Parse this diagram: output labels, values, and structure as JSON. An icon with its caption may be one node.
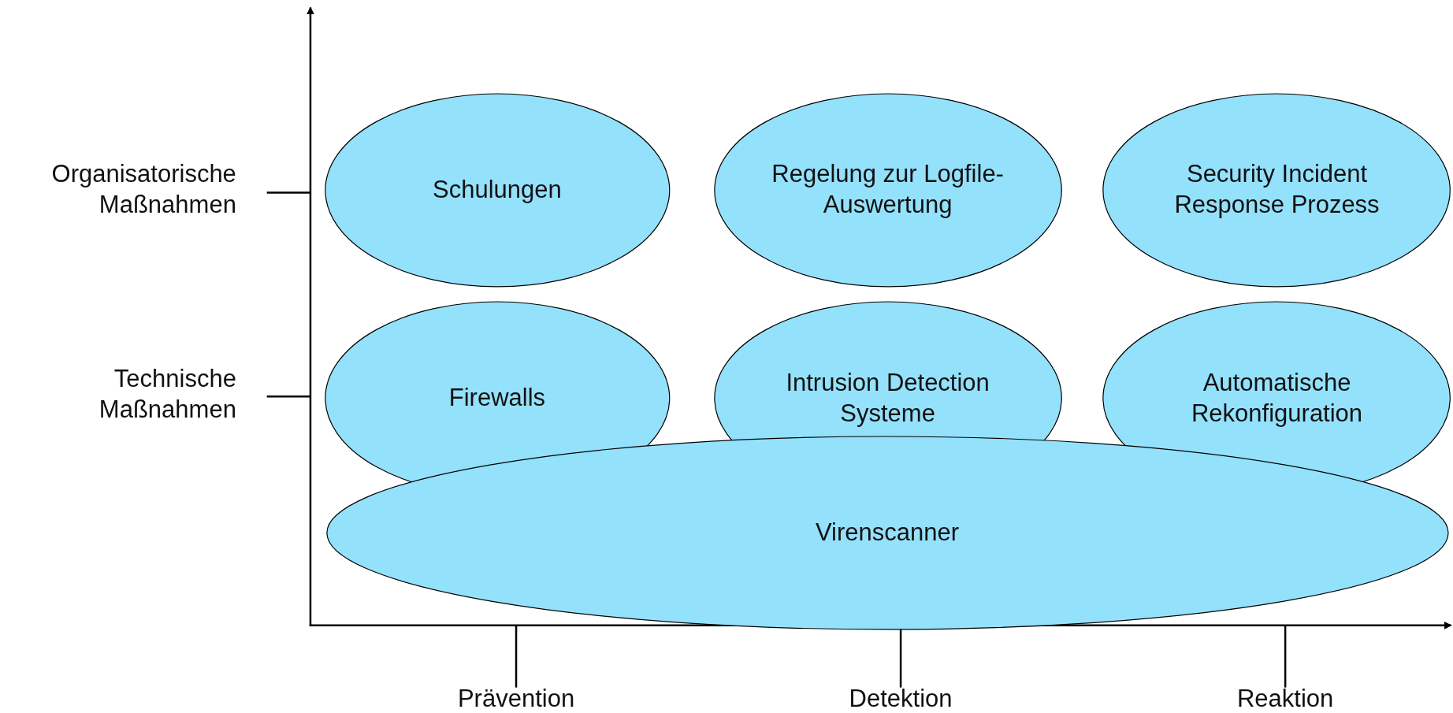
{
  "diagram": {
    "nodes": [
      {
        "text": [
          "Schulungen"
        ]
      },
      {
        "text": [
          "Regelung zur Logfile-Auswertung"
        ]
      },
      {
        "text": [
          "Security Incident Response Prozess"
        ]
      },
      {
        "text": [
          "Firewalls"
        ]
      },
      {
        "text": [
          "Intrusion Detection Systeme"
        ]
      },
      {
        "text": [
          "Automatische Rekonfiguration"
        ]
      },
      {
        "text": [
          "Virenscanner"
        ]
      }
    ],
    "labels": [
      "Organisatorische Maßnahmen",
      "Technische Maßnahmen",
      "Prävention",
      "Detektion",
      "Reaktion"
    ]
  }
}
